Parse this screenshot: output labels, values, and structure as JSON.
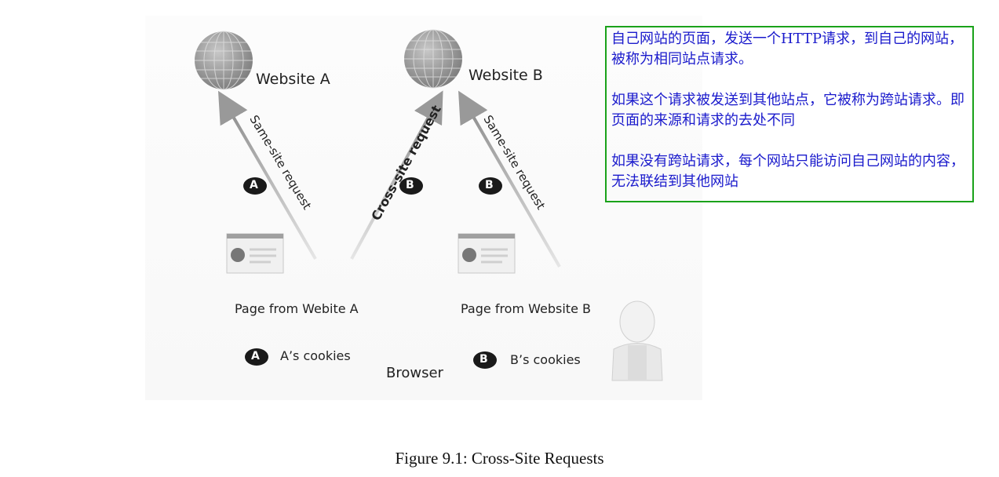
{
  "diagram": {
    "website_a": "Website A",
    "website_b": "Website B",
    "arrow_a": "Same-site request",
    "arrow_cross": "Cross-site request",
    "arrow_b": "Same-site request",
    "badge_a": "A",
    "badge_b": "B",
    "page_a": "Page from Webite A",
    "page_b": "Page from Website B",
    "cookies_a": "A’s cookies",
    "cookies_b": "B’s cookies",
    "browser": "Browser"
  },
  "note": {
    "p1": "自己网站的页面，发送一个HTTP请求，到自己的网站，被称为相同站点请求。",
    "p2": "如果这个请求被发送到其他站点，它被称为跨站请求。即页面的来源和请求的去处不同",
    "p3": "如果没有跨站请求，每个网站只能访问自己网站的内容，无法联结到其他网站"
  },
  "caption": "Figure 9.1: Cross-Site Requests",
  "colors": {
    "note_border": "#1aa21a",
    "note_text": "#1a1acc"
  }
}
